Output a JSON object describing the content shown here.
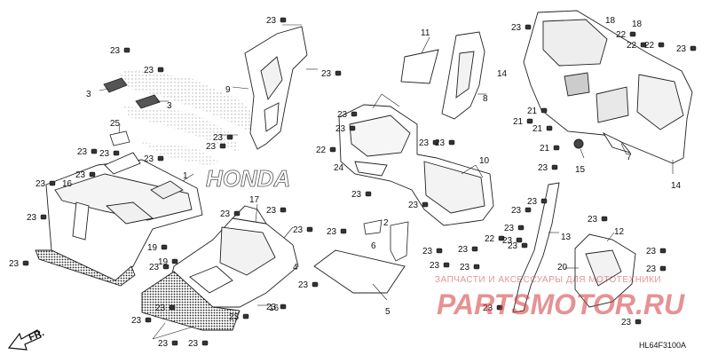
{
  "diagram": {
    "code": "HL64F3100A",
    "front_label": "FR.",
    "brand_text": "HONDA",
    "watermark_top": "ЗАПЧАСТИ И АКСЕССУАРЫ ДЛЯ МОТОТЕХНИКИ",
    "watermark_brand": "PARTSMOTOR.RU",
    "colors": {
      "ink": "#111111",
      "watermark": "#d23a3a"
    },
    "callouts": [
      {
        "label": "23"
      },
      {
        "label": "23"
      },
      {
        "label": "3"
      },
      {
        "label": "3"
      },
      {
        "label": "25"
      },
      {
        "label": "23"
      },
      {
        "label": "1"
      },
      {
        "label": "23"
      },
      {
        "label": "23"
      },
      {
        "label": "23"
      },
      {
        "label": "23"
      },
      {
        "label": "16"
      },
      {
        "label": "23"
      },
      {
        "label": "23"
      },
      {
        "label": "19"
      },
      {
        "label": "19"
      },
      {
        "label": "23"
      },
      {
        "label": "9"
      },
      {
        "label": "23"
      },
      {
        "label": "23"
      },
      {
        "label": "23"
      },
      {
        "label": "22"
      },
      {
        "label": "17"
      },
      {
        "label": "23"
      },
      {
        "label": "23"
      },
      {
        "label": "23"
      },
      {
        "label": "4"
      },
      {
        "label": "23"
      },
      {
        "label": "23"
      },
      {
        "label": "16"
      },
      {
        "label": "23"
      },
      {
        "label": "23"
      },
      {
        "label": "23"
      },
      {
        "label": "23"
      },
      {
        "label": "23"
      },
      {
        "label": "23"
      },
      {
        "label": "23"
      },
      {
        "label": "24"
      },
      {
        "label": "23"
      },
      {
        "label": "23"
      },
      {
        "label": "10"
      },
      {
        "label": "23"
      },
      {
        "label": "23"
      },
      {
        "label": "23"
      },
      {
        "label": "23"
      },
      {
        "label": "22"
      },
      {
        "label": "23"
      },
      {
        "label": "2"
      },
      {
        "label": "23"
      },
      {
        "label": "6"
      },
      {
        "label": "23"
      },
      {
        "label": "23"
      },
      {
        "label": "23"
      },
      {
        "label": "5"
      },
      {
        "label": "11"
      },
      {
        "label": "8"
      },
      {
        "label": "23"
      },
      {
        "label": "13"
      },
      {
        "label": "23"
      },
      {
        "label": "23"
      },
      {
        "label": "23"
      },
      {
        "label": "23"
      },
      {
        "label": "18"
      },
      {
        "label": "18"
      },
      {
        "label": "22"
      },
      {
        "label": "22"
      },
      {
        "label": "22"
      },
      {
        "label": "23"
      },
      {
        "label": "23"
      },
      {
        "label": "14"
      },
      {
        "label": "21"
      },
      {
        "label": "21"
      },
      {
        "label": "21"
      },
      {
        "label": "21"
      },
      {
        "label": "23"
      },
      {
        "label": "15"
      },
      {
        "label": "7"
      },
      {
        "label": "14"
      },
      {
        "label": "23"
      },
      {
        "label": "12"
      },
      {
        "label": "23"
      },
      {
        "label": "23"
      },
      {
        "label": "20"
      },
      {
        "label": "23"
      }
    ]
  }
}
